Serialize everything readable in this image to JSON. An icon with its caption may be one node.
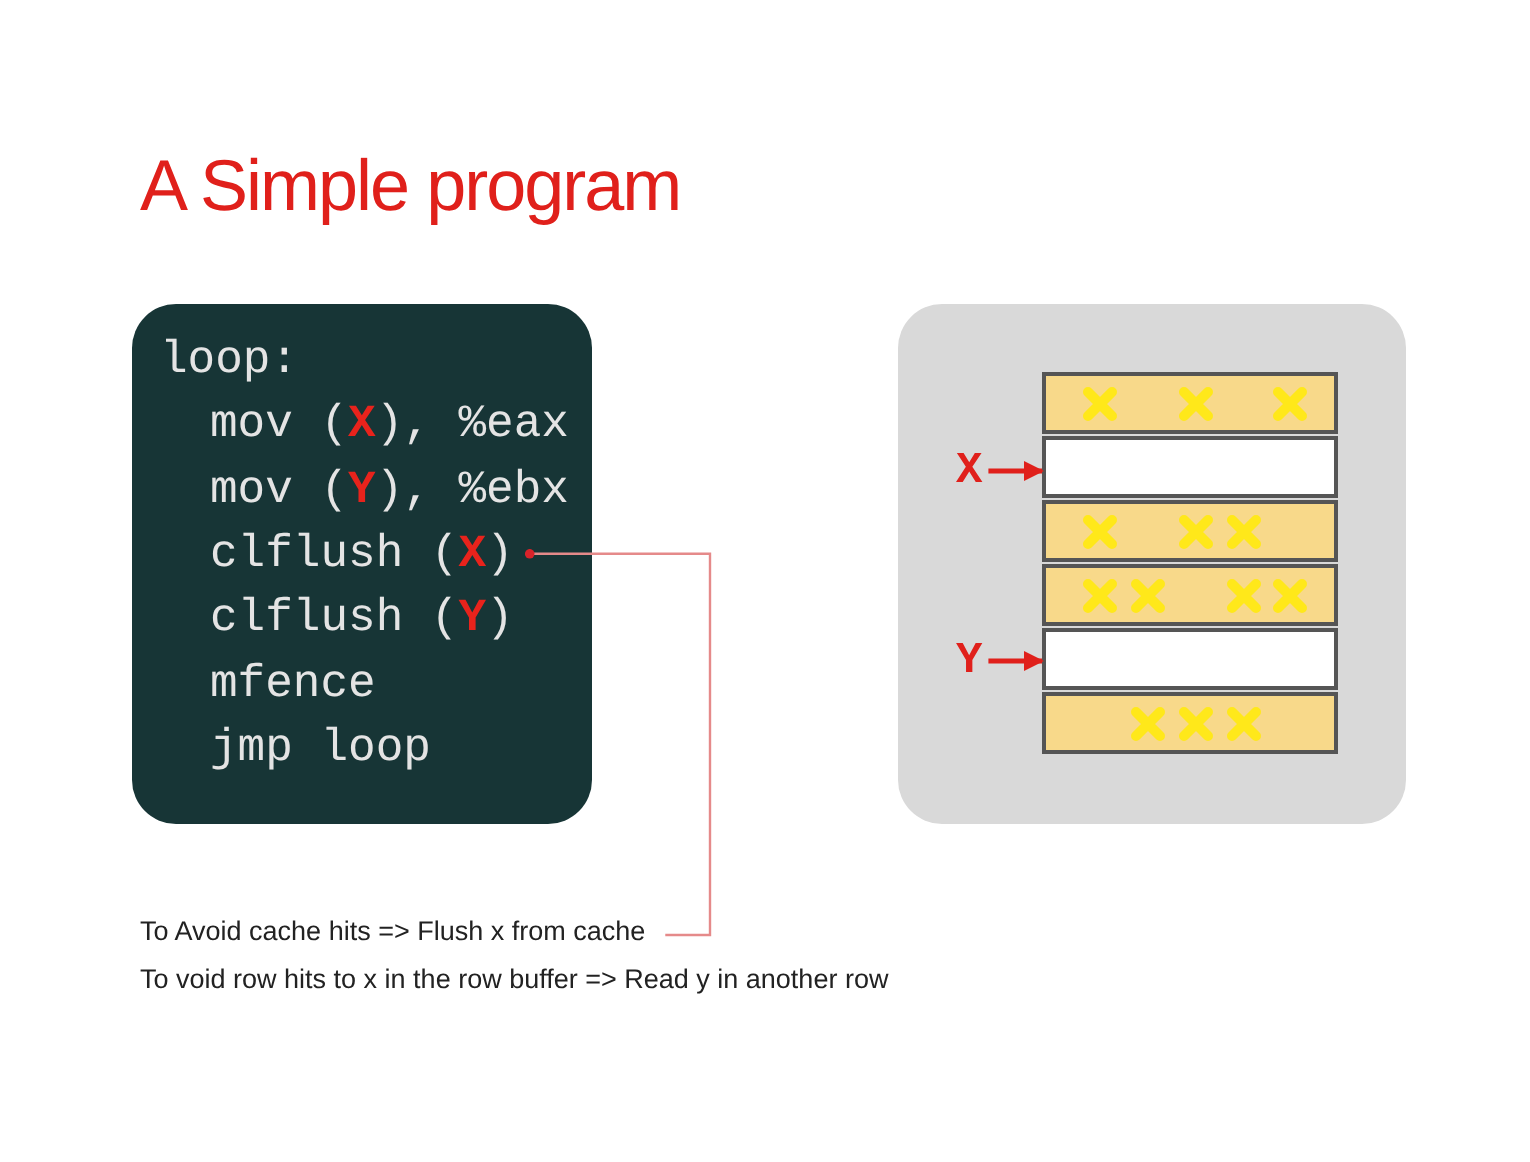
{
  "diagram": {
    "title": "A Simple program",
    "nodes": [
      {
        "text": [],
        "shape": "box"
      },
      {
        "text": [
          "loop:"
        ],
        "in": 0
      },
      {
        "text": [
          "mov (**X**), %eax"
        ],
        "in": 0
      },
      {
        "text": [
          "mov (**Y**), %ebx"
        ],
        "in": 0
      },
      {
        "text": [
          "clflush (**X**)"
        ],
        "in": 0
      },
      {
        "text": [
          "clflush (**Y**)"
        ],
        "in": 0
      },
      {
        "text": [
          "mfence"
        ],
        "in": 0
      },
      {
        "text": [
          "jmp loop"
        ],
        "in": 0
      },
      {
        "text": [],
        "shape": "box"
      },
      {
        "text": [],
        "shape": "bar",
        "in": 8
      },
      {
        "text": [],
        "shape": "bar",
        "in": 8
      },
      {
        "text": [],
        "shape": "bar",
        "in": 8
      },
      {
        "text": [],
        "shape": "bar",
        "in": 8
      },
      {
        "text": [],
        "shape": "bar",
        "in": 8
      },
      {
        "text": [],
        "shape": "bar",
        "in": 8
      },
      {
        "text": [
          "X"
        ],
        "in": 8
      },
      {
        "text": [
          "Y"
        ],
        "in": 8
      },
      {
        "text": [
          "To Avoid cache hits => Flush x from cache"
        ]
      }
    ],
    "edges": [
      {
        "from": 17,
        "to": 4,
        "arrow": "other",
        "color": "#e58a8a"
      },
      {
        "from": 15,
        "to": 10,
        "arrow": "to"
      },
      {
        "from": 16,
        "to": 13,
        "arrow": "to"
      }
    ],
    "labels": [
      "To void row hits to x in the row buffer => Read y in another row"
    ]
  }
}
